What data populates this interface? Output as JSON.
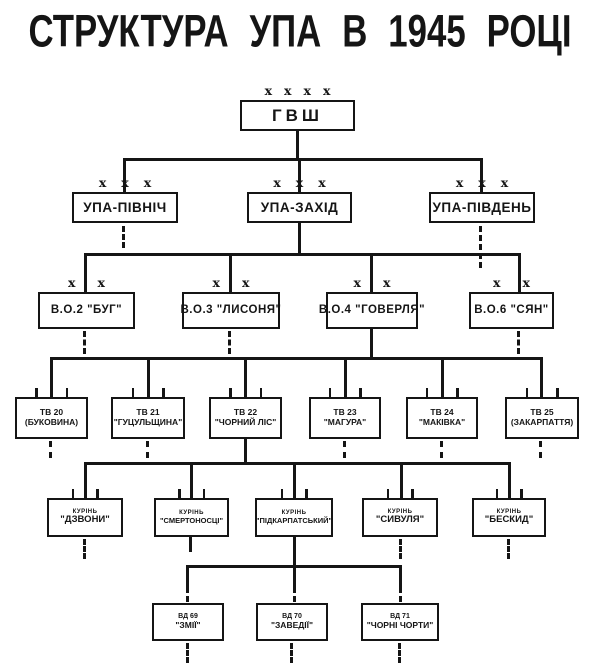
{
  "title": "СТРУКТУРА УПА В 1945 РОЦІ",
  "colors": {
    "ink": "#151515",
    "paper": "#ffffff"
  },
  "tree": {
    "headquarters": {
      "label": "ГВШ",
      "marks": {
        "type": "x",
        "count": 4
      }
    },
    "regions": [
      {
        "label": "УПА-ПІВНІЧ",
        "marks": {
          "type": "x",
          "count": 3
        }
      },
      {
        "label": "УПА-ЗАХІД",
        "marks": {
          "type": "x",
          "count": 3
        }
      },
      {
        "label": "УПА-ПІВДЕНЬ",
        "marks": {
          "type": "x",
          "count": 3
        }
      }
    ],
    "military_districts": [
      {
        "label": "В.О.2 \"БУГ\"",
        "marks": {
          "type": "x",
          "count": 2
        }
      },
      {
        "label": "В.О.3 \"ЛИСОНЯ\"",
        "marks": {
          "type": "x",
          "count": 2
        }
      },
      {
        "label": "В.О.4 \"ГОВЕРЛЯ\"",
        "marks": {
          "type": "x",
          "count": 2
        }
      },
      {
        "label": "В.О.6 \"СЯН\"",
        "marks": {
          "type": "x",
          "count": 2
        }
      }
    ],
    "tactical_sectors": [
      {
        "code": "ТВ 20",
        "name": "(БУКОВИНА)",
        "marks": {
          "type": "tick",
          "count": 2
        }
      },
      {
        "code": "ТВ 21",
        "name": "\"ГУЦУЛЬЩИНА\"",
        "marks": {
          "type": "tick",
          "count": 2
        }
      },
      {
        "code": "ТВ 22",
        "name": "\"ЧОРНИЙ ЛІС\"",
        "marks": {
          "type": "tick",
          "count": 2
        }
      },
      {
        "code": "ТВ 23",
        "name": "\"МАГУРА\"",
        "marks": {
          "type": "tick",
          "count": 2
        }
      },
      {
        "code": "ТВ 24",
        "name": "\"МАКІВКА\"",
        "marks": {
          "type": "tick",
          "count": 2
        }
      },
      {
        "code": "ТВ 25",
        "name": "(ЗАКАРПАТТЯ)",
        "marks": {
          "type": "tick",
          "count": 2
        }
      }
    ],
    "battalions": [
      {
        "code": "КУРІНЬ",
        "name": "\"ДЗВОНИ\"",
        "marks": {
          "type": "tick",
          "count": 2
        }
      },
      {
        "code": "КУРІНЬ",
        "name": "\"СМЕРТОНОСЦІ\"",
        "marks": {
          "type": "tick",
          "count": 2
        }
      },
      {
        "code": "КУРІНЬ",
        "name": "\"ПІДКАРПАТСЬКИЙ\"",
        "marks": {
          "type": "tick",
          "count": 2
        }
      },
      {
        "code": "КУРІНЬ",
        "name": "\"СИВУЛЯ\"",
        "marks": {
          "type": "tick",
          "count": 2
        }
      },
      {
        "code": "КУРІНЬ",
        "name": "\"БЕСКИД\"",
        "marks": {
          "type": "tick",
          "count": 2
        }
      }
    ],
    "detachments": [
      {
        "code": "ВД 69",
        "name": "\"ЗМІЇ\""
      },
      {
        "code": "ВД 70",
        "name": "\"ЗАВЕДІЇ\""
      },
      {
        "code": "ВД 71",
        "name": "\"ЧОРНІ ЧОРТИ\""
      }
    ]
  }
}
